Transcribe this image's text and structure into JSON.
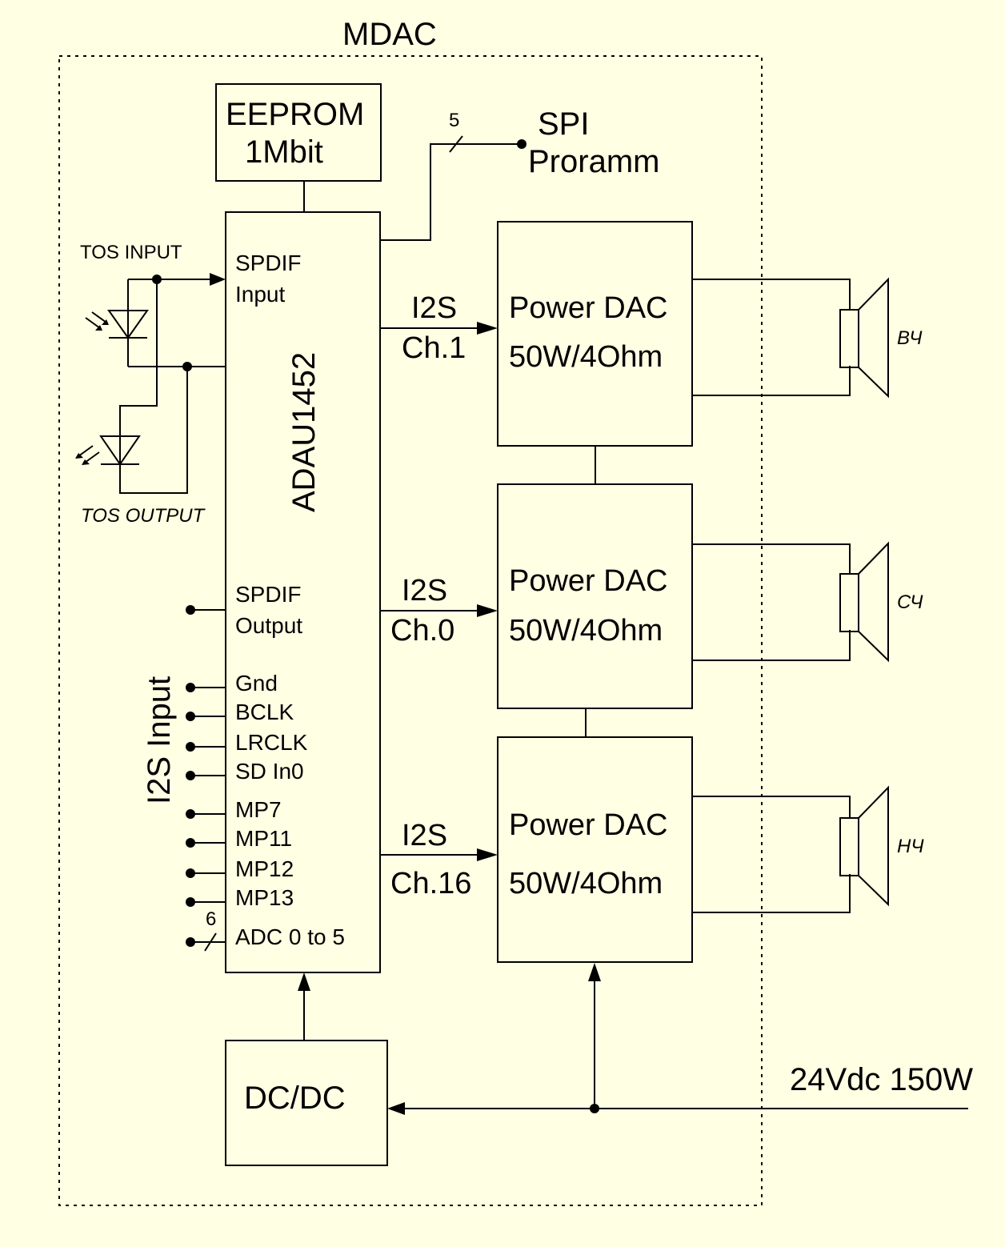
{
  "title": "MDAC",
  "eeprom": {
    "line1": "EEPROM",
    "line2": "1Mbit"
  },
  "spi": {
    "bus_width": "5",
    "line1": "SPI",
    "line2": "Proramm"
  },
  "dsp": {
    "name": "ADAU1452",
    "spdif_in_1": "SPDIF",
    "spdif_in_2": "Input",
    "spdif_out_1": "SPDIF",
    "spdif_out_2": "Output"
  },
  "tos": {
    "input": "TOS  INPUT",
    "output": "TOS  OUTPUT"
  },
  "i2s_input_label": "I2S Input",
  "pins": [
    "Gnd",
    "BCLK",
    "LRCLK",
    "SD In0",
    "MP7",
    "MP11",
    "MP12",
    "MP13"
  ],
  "adc": {
    "label": "ADC 0 to 5",
    "bus_width": "6"
  },
  "channels": [
    {
      "bus": "I2S",
      "name": "Ch.1",
      "amp_line1": "Power DAC",
      "amp_line2": "50W/4Ohm",
      "speaker": "ВЧ"
    },
    {
      "bus": "I2S",
      "name": "Ch.0",
      "amp_line1": "Power DAC",
      "amp_line2": "50W/4Ohm",
      "speaker": "СЧ"
    },
    {
      "bus": "I2S",
      "name": "Ch.16",
      "amp_line1": "Power DAC",
      "amp_line2": "50W/4Ohm",
      "speaker": "НЧ"
    }
  ],
  "dcdc": "DC/DC",
  "power_input": "24Vdc 150W"
}
